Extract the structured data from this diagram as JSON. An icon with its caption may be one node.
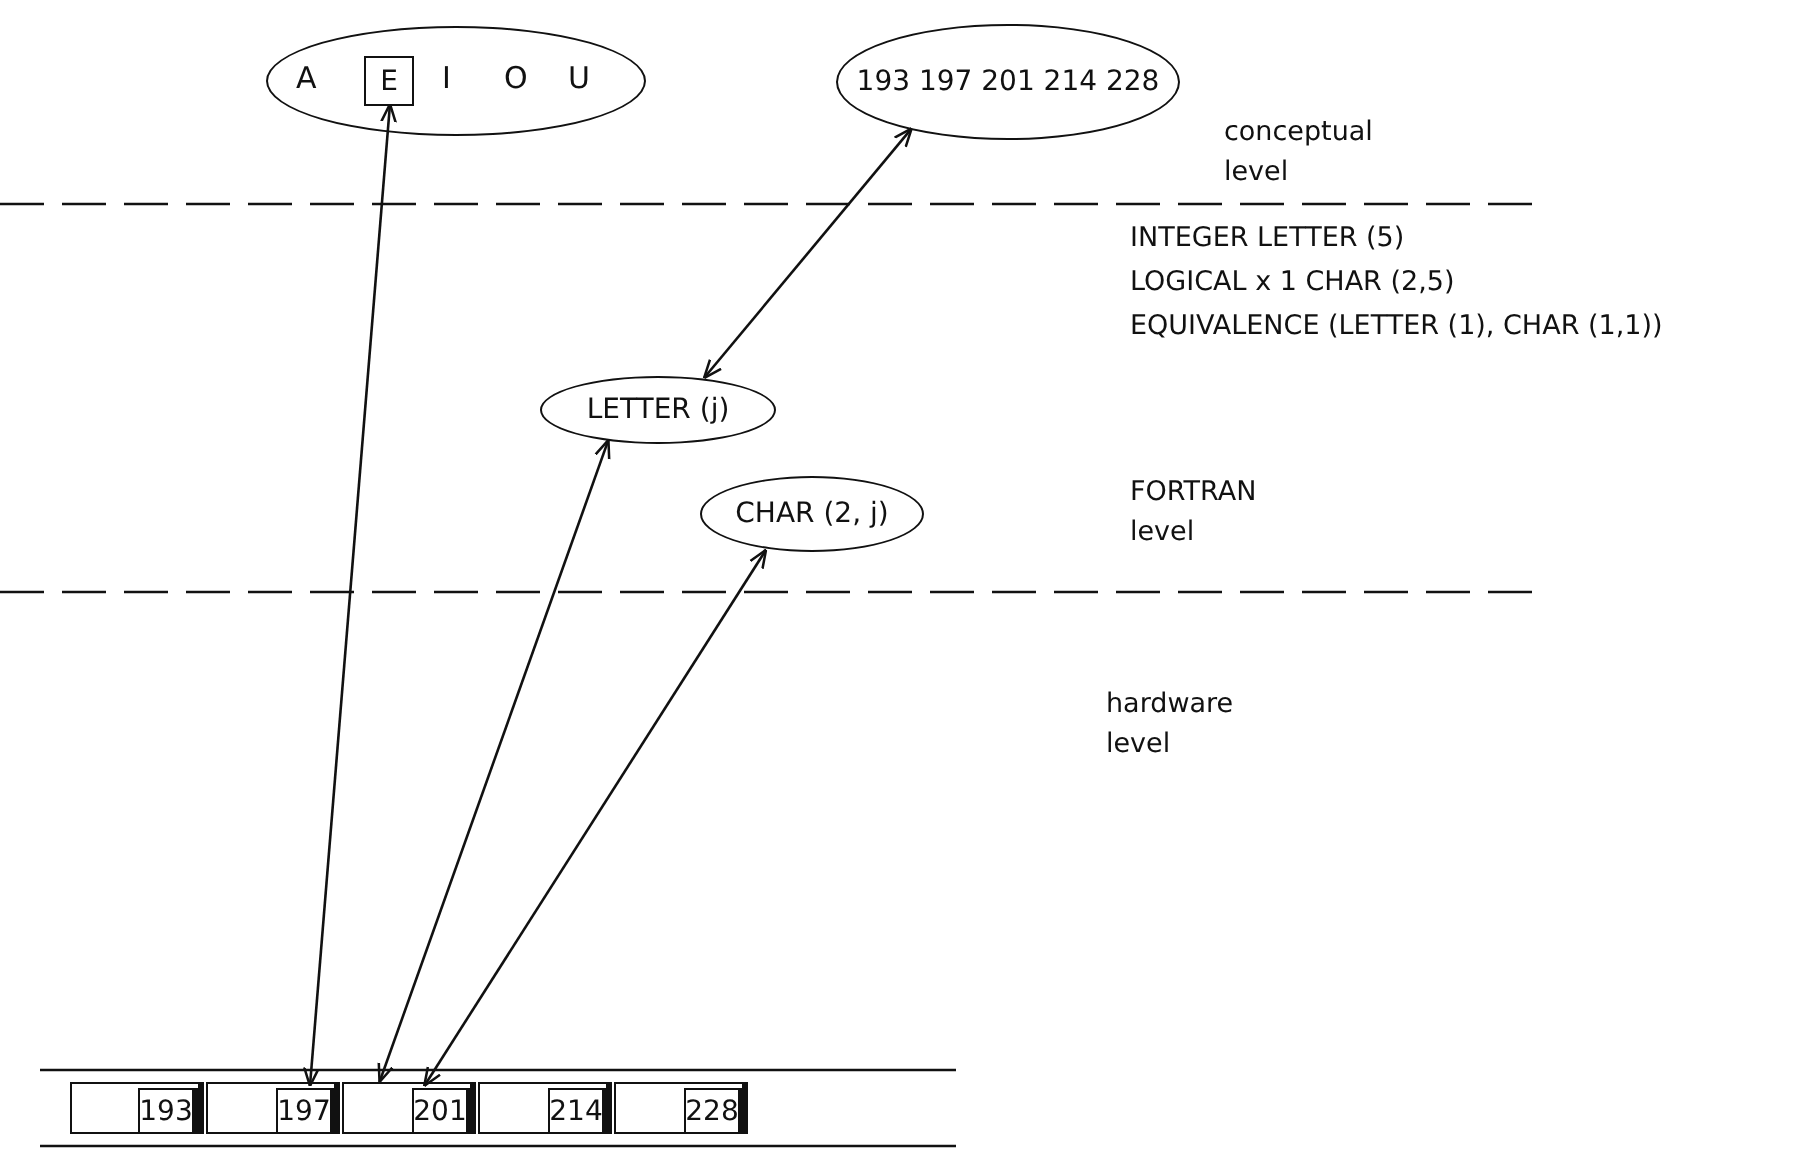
{
  "diagram": {
    "nodes": [
      {
        "text": [
          "A",
          "I",
          "O",
          "U"
        ]
      },
      {
        "text": [
          "E"
        ],
        "in": 0
      },
      {
        "text": [
          "193 197 201 214 228"
        ]
      },
      {
        "text": [
          "LETTER (j)"
        ]
      },
      {
        "text": [
          "CHAR (2, j)"
        ]
      },
      {
        "text": [],
        "shape": "box"
      },
      {
        "text": [
          "193"
        ],
        "in": 5
      },
      {
        "text": [],
        "shape": "box"
      },
      {
        "text": [
          "197"
        ],
        "in": 7
      },
      {
        "text": [],
        "shape": "box"
      },
      {
        "text": [
          "201"
        ],
        "in": 9
      },
      {
        "text": [],
        "shape": "box"
      },
      {
        "text": [
          "214"
        ],
        "in": 11
      },
      {
        "text": [],
        "shape": "box"
      },
      {
        "text": [
          "228"
        ],
        "in": 13
      }
    ],
    "edges": [
      {
        "from": 1,
        "to": 8,
        "arrow": "both"
      },
      {
        "from": 2,
        "to": 3,
        "arrow": "both"
      },
      {
        "from": 3,
        "to": 9,
        "arrow": "both"
      },
      {
        "from": 4,
        "to": 10,
        "arrow": "both"
      }
    ],
    "labels": [
      "conceptual level",
      "INTEGER LETTER (5)",
      "LOGICAL x 1 CHAR (2,5)",
      "EQUIVALENCE (LETTER (1), CHAR (1,1))",
      "FORTRAN level",
      "hardware level"
    ]
  }
}
